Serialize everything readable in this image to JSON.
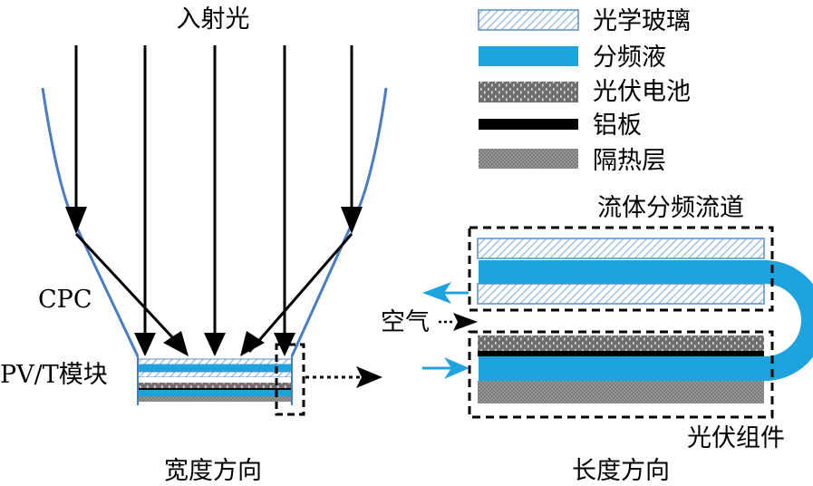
{
  "title": "入射光",
  "labels": {
    "cpc": "CPC",
    "pvt_module": "PV/T模块",
    "width_direction": "宽度方向",
    "length_direction": "长度方向",
    "fluid_channel": "流体分频流道",
    "pv_assembly": "光伏组件",
    "air": "空气"
  },
  "legend": [
    {
      "key": "glass",
      "label": "光学玻璃",
      "pattern": "diagonal-hatch-light-blue"
    },
    {
      "key": "fluid",
      "label": "分频液",
      "pattern": "solid-blue"
    },
    {
      "key": "pv",
      "label": "光伏电池",
      "pattern": "gray-dashed-texture"
    },
    {
      "key": "al",
      "label": "铝板",
      "pattern": "solid-black"
    },
    {
      "key": "insul",
      "label": "隔热层",
      "pattern": "gray-dotted-texture"
    }
  ],
  "colors": {
    "fluid_blue": "#1fa3de",
    "cpc_blue": "#4a7cc4",
    "glass_stroke": "#5b8fc9",
    "glass_hatch": "#8fb8e0",
    "pv_gray": "#6e6e6e",
    "insul_gray": "#7a7a7a",
    "black": "#000000"
  }
}
